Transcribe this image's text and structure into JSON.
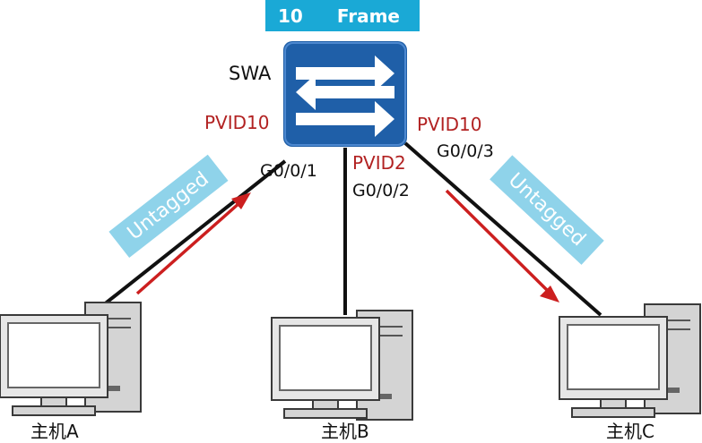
{
  "frame": {
    "vlan": "10",
    "label": "Frame"
  },
  "switch": {
    "name": "SWA"
  },
  "ports": {
    "g1": {
      "name": "G0/0/1",
      "pvid": "PVID10"
    },
    "g2": {
      "name": "G0/0/2",
      "pvid": "PVID2"
    },
    "g3": {
      "name": "G0/0/3",
      "pvid": "PVID10"
    }
  },
  "tags": {
    "left": "Untagged",
    "right": "Untagged"
  },
  "hosts": {
    "a": "主机A",
    "b": "主机B",
    "c": "主机C"
  },
  "colors": {
    "banner": "#1aa9d6",
    "switch_body": "#1f5fa8",
    "pvid_text": "#b22222",
    "arrow": "#cc1f1f",
    "tag_bg": "#8fd3ea",
    "link": "#111111"
  }
}
